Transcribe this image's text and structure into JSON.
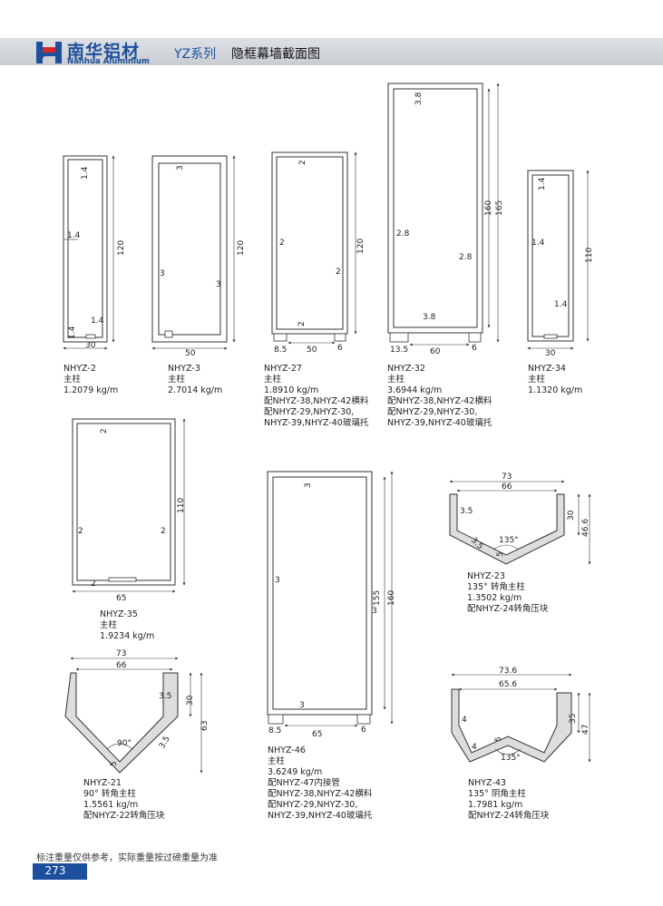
{
  "header": {
    "brand_cn": "南华铝材",
    "brand_en": "Nanhua Aluminium",
    "series": "YZ系列",
    "title": "隐框幕墙截面图"
  },
  "profiles": [
    {
      "code": "NHYZ-2",
      "line1": "主柱",
      "line2": "1.2079 kg/m"
    },
    {
      "code": "NHYZ-3",
      "line1": "主柱",
      "line2": "2.7014 kg/m"
    },
    {
      "code": "NHYZ-27",
      "line1": "主柱",
      "line2": "1.8910 kg/m",
      "line3": "配NHYZ-38,NHYZ-42横料",
      "line4": "配NHYZ-29,NHYZ-30,",
      "line5": "NHYZ-39,NHYZ-40玻璃托"
    },
    {
      "code": "NHYZ-32",
      "line1": "主柱",
      "line2": "3.6944 kg/m",
      "line3": "配NHYZ-38,NHYZ-42横料",
      "line4": "配NHYZ-29,NHYZ-30,",
      "line5": "NHYZ-39,NHYZ-40玻璃托"
    },
    {
      "code": "NHYZ-34",
      "line1": "主柱",
      "line2": "1.1320 kg/m"
    },
    {
      "code": "NHYZ-35",
      "line1": "主柱",
      "line2": "1.9234 kg/m"
    },
    {
      "code": "NHYZ-46",
      "line1": "主柱",
      "line2": "3.6249 kg/m",
      "line3": "配NHYZ-47内接管",
      "line4": "配NHYZ-38,NHYZ-42横料",
      "line5": "配NHYZ-29,NHYZ-30,",
      "line6": "NHYZ-39,NHYZ-40玻璃托"
    },
    {
      "code": "NHYZ-23",
      "line1": "135° 转角主柱",
      "line2": "1.3502 kg/m",
      "line3": "配NHYZ-24转角压块"
    },
    {
      "code": "NHYZ-21",
      "line1": "90° 转角主柱",
      "line2": "1.5561 kg/m",
      "line3": "配NHYZ-22转角压块"
    },
    {
      "code": "NHYZ-43",
      "line1": "135° 阴角主柱",
      "line2": "1.7981 kg/m",
      "line3": "配NHYZ-24转角压块"
    }
  ],
  "dims": {
    "d2": {
      "w": "30",
      "h": "120",
      "t1": "1.4",
      "t2": "1.4",
      "t3": "1.4",
      "t4": "1.4"
    },
    "d3": {
      "w": "50",
      "h": "120",
      "t1": "3",
      "t2": "3",
      "t3": "3"
    },
    "d27": {
      "w": "50",
      "h": "120",
      "t1": "2",
      "t2": "2",
      "t3": "2",
      "t4": "2",
      "l": "8.5",
      "r": "6"
    },
    "d32": {
      "w": "60",
      "h1": "160",
      "h2": "165",
      "t1": "3.8",
      "t2": "2.8",
      "t3": "2.8",
      "t4": "3.8",
      "l": "13.5",
      "r": "6"
    },
    "d34": {
      "w": "30",
      "h": "110",
      "t1": "1.4",
      "t2": "1.4",
      "t3": "1.4"
    },
    "d35": {
      "w": "65",
      "h": "110",
      "t1": "2",
      "t2": "2",
      "t3": "2",
      "t4": "2"
    },
    "d46": {
      "w": "65",
      "h1": "155",
      "h2": "160",
      "t1": "3",
      "t2": "3",
      "t3": "3",
      "t4": "3",
      "l": "8.5",
      "r": "6"
    },
    "d23": {
      "w1": "73",
      "w2": "66",
      "h1": "30",
      "h2": "46.6",
      "t1": "3.5",
      "t2": "3.5",
      "t3": "5",
      "ang": "135°"
    },
    "d21": {
      "w1": "73",
      "w2": "66",
      "h1": "30",
      "h2": "63",
      "t1": "3.5",
      "t2": "3.5",
      "t3": "5",
      "ang": "90°"
    },
    "d43": {
      "w1": "73.6",
      "w2": "65.6",
      "h1": "35",
      "h2": "47",
      "t1": "4",
      "t2": "4",
      "t3": "5",
      "ang": "135°"
    }
  },
  "footer": {
    "note": "标注重量仅供参考，实际重量按过磅重量为准",
    "page": "273"
  }
}
